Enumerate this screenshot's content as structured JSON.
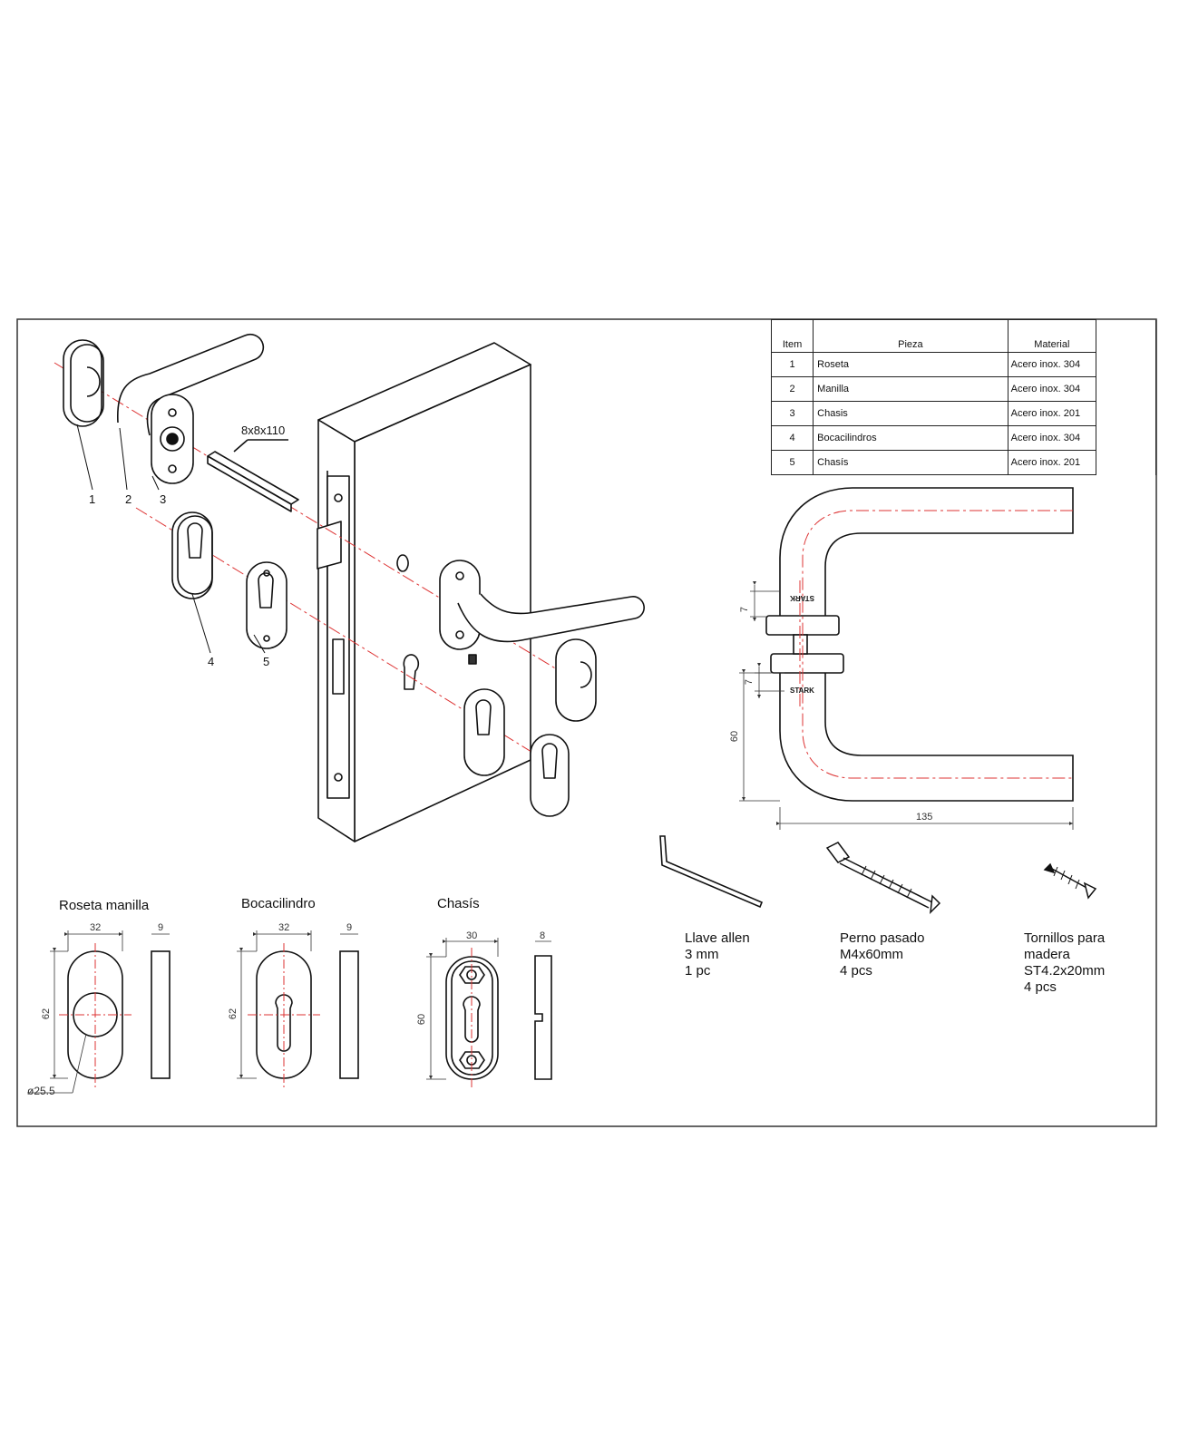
{
  "bom": {
    "headers": {
      "item": "Item",
      "part": "Pieza",
      "material": "Material"
    },
    "rows": [
      {
        "item": "1",
        "part": "Roseta",
        "material": "Acero inox. 304"
      },
      {
        "item": "2",
        "part": "Manilla",
        "material": "Acero inox. 304"
      },
      {
        "item": "3",
        "part": "Chasis",
        "material": "Acero inox. 201"
      },
      {
        "item": "4",
        "part": "Bocacilindros",
        "material": "Acero inox. 304"
      },
      {
        "item": "5",
        "part": "Chasís",
        "material": "Acero inox. 201"
      }
    ]
  },
  "exploded": {
    "callouts": [
      "1",
      "2",
      "3",
      "4",
      "5"
    ],
    "spindle_label": "8x8x110"
  },
  "handle_view": {
    "brand": "STARK",
    "dims": {
      "rose_thickness_top": "7",
      "rose_thickness_bottom": "7",
      "height": "60",
      "length": "135"
    }
  },
  "accessories": [
    {
      "lines": [
        "Llave allen",
        "3 mm",
        "1 pc"
      ]
    },
    {
      "lines": [
        "Perno pasado",
        "M4x60mm",
        "4 pcs"
      ]
    },
    {
      "lines": [
        "Tornillos para",
        "madera",
        "ST4.2x20mm",
        "4 pcs"
      ]
    }
  ],
  "detail_views": [
    {
      "title": "Roseta manilla",
      "width": "32",
      "height": "62",
      "thickness": "9",
      "diameter": "ø25.5"
    },
    {
      "title": "Bocacilindro",
      "width": "32",
      "height": "62",
      "thickness": "9"
    },
    {
      "title": "Chasís",
      "width": "30",
      "height": "60",
      "thickness": "8"
    }
  ]
}
